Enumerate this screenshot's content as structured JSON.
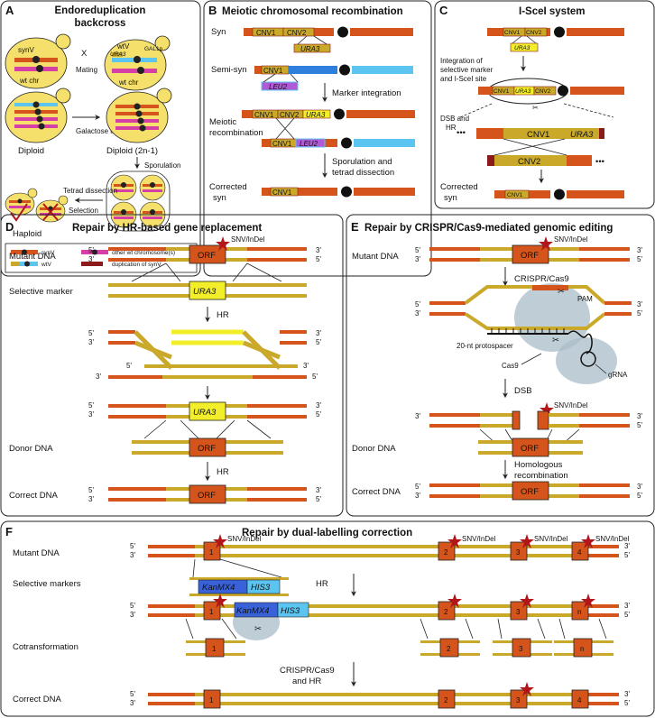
{
  "panels": {
    "A": {
      "letter": "A",
      "title_line1": "Endoreduplication",
      "title_line2": "backcross",
      "synV": "synV",
      "wt_chr": "wt chr",
      "x": "X",
      "mating": "Mating",
      "wtV": "wtV",
      "gal_tag": "GAL1p",
      "ura3_tag": "URA3",
      "wt_chr2": "wt chr",
      "diploid": "Diploid",
      "galactose_induction": "Galactose induction",
      "diploid_2n1": "Diploid (2n-1)",
      "sporulation": "Sporulation",
      "tetrad_dissection": "Tetrad dissection",
      "selection": "Selection",
      "haploid": "Haploid",
      "legend_synV": "synV",
      "legend_other": "other wt chromosome(s)",
      "legend_wtV": "wtV",
      "legend_dup": "duplication of synV"
    },
    "B": {
      "letter": "B",
      "title": "Meiotic chromosomal recombination",
      "syn": "Syn",
      "semi_syn": "Semi-syn",
      "marker_integration": "Marker integration",
      "meiotic_recombination_1": "Meiotic",
      "meiotic_recombination_2": "recombination",
      "sporulation_1": "Sporulation and",
      "sporulation_2": "tetrad dissection",
      "corrected_1": "Corrected",
      "corrected_2": "syn",
      "cnv1": "CNV1",
      "cnv2": "CNV2",
      "ura3": "URA3",
      "leu2": "LEU2"
    },
    "C": {
      "letter": "C",
      "title": "I-SceI system",
      "integration_1": "Integration of",
      "integration_2": "selective marker",
      "integration_3": "and I-SceI site",
      "dsb_1": "DSB and",
      "dsb_2": "HR",
      "corrected_1": "Corrected",
      "corrected_2": "syn",
      "cnv1": "CNV1",
      "cnv2": "CNV2",
      "ura3": "URA3",
      "ellipsis": "•••"
    },
    "D": {
      "letter": "D",
      "title": "Repair by HR-based gene replacement",
      "mutant_dna": "Mutant DNA",
      "selective_marker": "Selective marker",
      "hr": "HR",
      "donor_dna": "Donor DNA",
      "hr2": "HR",
      "correct_dna": "Correct DNA",
      "snv": "SNV/InDel",
      "orf": "ORF",
      "ura3": "URA3",
      "five": "5'",
      "three": "3'"
    },
    "E": {
      "letter": "E",
      "title": "Repair by CRISPR/Cas9-mediated genomic editing",
      "mutant_dna": "Mutant DNA",
      "snv": "SNV/InDel",
      "crispr": "CRISPR/Cas9",
      "pam": "PAM",
      "protospacer": "20-nt protospacer",
      "cas9": "Cas9",
      "grna": "gRNA",
      "dsb": "DSB",
      "snv2": "SNV/InDel",
      "donor_dna": "Donor DNA",
      "homologous_1": "Homologous",
      "homologous_2": "recombination",
      "correct_dna": "Correct DNA",
      "orf": "ORF",
      "five": "5'",
      "three": "3'"
    },
    "F": {
      "letter": "F",
      "title": "Repair by dual-labelling correction",
      "mutant_dna": "Mutant DNA",
      "snv": "SNV/InDel",
      "selective_markers": "Selective markers",
      "kanmx4": "KanMX4",
      "his3": "HIS3",
      "hr": "HR",
      "cotransformation": "Cotransformation",
      "crispr_1": "CRISPR/Cas9",
      "crispr_2": "and HR",
      "correct_dna": "Correct DNA",
      "n": "n",
      "one": "1",
      "two": "2",
      "three_num": "3",
      "four": "4",
      "five": "5'",
      "three": "3'"
    }
  },
  "colors": {
    "synthetic_orange": "#d4541c",
    "olive_gold": "#c9a82a",
    "ura3_yellow": "#f2ef2a",
    "leu2_purple": "#b05ad6",
    "light_blue": "#5bc4f0",
    "cell_yellow": "#f4e06a",
    "magenta": "#d63fa6",
    "dark_red": "#8b1a1a",
    "kan_blue": "#3a62d8",
    "cas9_gray": "#a9bcc8",
    "star_red": "#b3161a"
  }
}
